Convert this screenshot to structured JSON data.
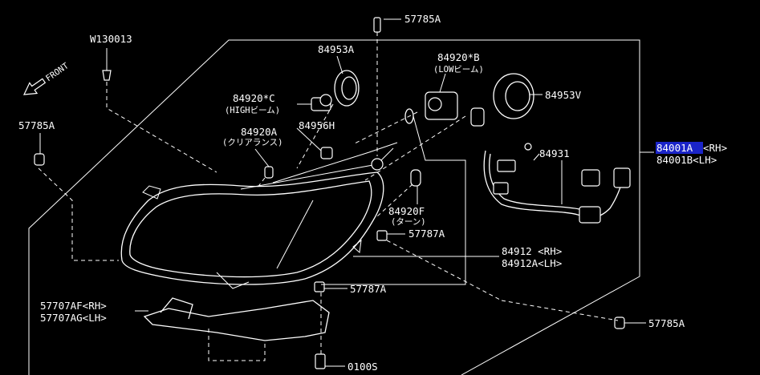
{
  "labels": {
    "w130013": "W130013",
    "front": "FRONT",
    "p57785a_top": "57785A",
    "p57785a_left": "57785A",
    "p57785a_bottom": "57785A",
    "p84953a": "84953A",
    "p84920b": "84920*B",
    "p84920b_sub": "(LOWビーム)",
    "p84920c": "84920*C",
    "p84920c_sub": "(HIGHビーム)",
    "p84953v": "84953V",
    "p84920a": "84920A",
    "p84920a_sub": "(クリアランス)",
    "p84956h": "84956H",
    "p84931": "84931",
    "p84001a": "84001A",
    "p84001a_side": "<RH>",
    "p84001b": "84001B<LH>",
    "p84920f": "84920F",
    "p84920f_sub": "(ターン)",
    "p57787a_mid": "57787A",
    "p57787a_low": "57787A",
    "p84912": "84912 <RH>",
    "p84912a": "84912A<LH>",
    "p57707af": "57707AF<RH>",
    "p57707ag": "57707AG<LH>",
    "p0100s": "0100S"
  },
  "colors": {
    "background": "#000000",
    "line": "#ffffff",
    "highlight": "#1a24c8"
  }
}
